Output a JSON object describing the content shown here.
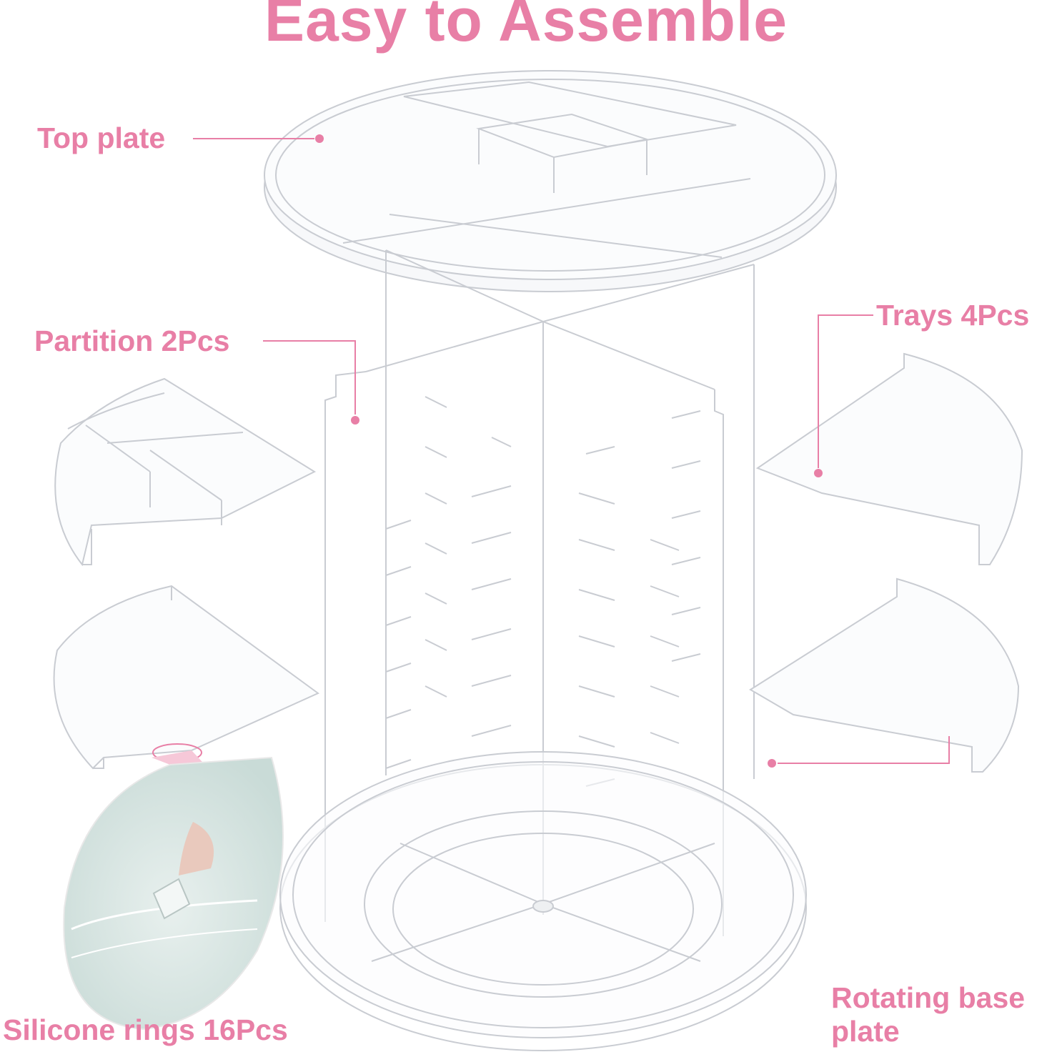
{
  "title": "Easy to Assemble",
  "labels": {
    "top_plate": "Top plate",
    "partition": "Partition 2Pcs",
    "trays": "Trays 4Pcs",
    "silicone_rings": "Silicone rings 16Pcs",
    "rotating_base_line1": "Rotating base",
    "rotating_base_line2": "plate"
  },
  "colors": {
    "accent": "#e87fa6",
    "acrylic_edge": "#c9ccd2",
    "acrylic_fill": "#f7f8fa",
    "lens_fill": "#dde8e6"
  }
}
